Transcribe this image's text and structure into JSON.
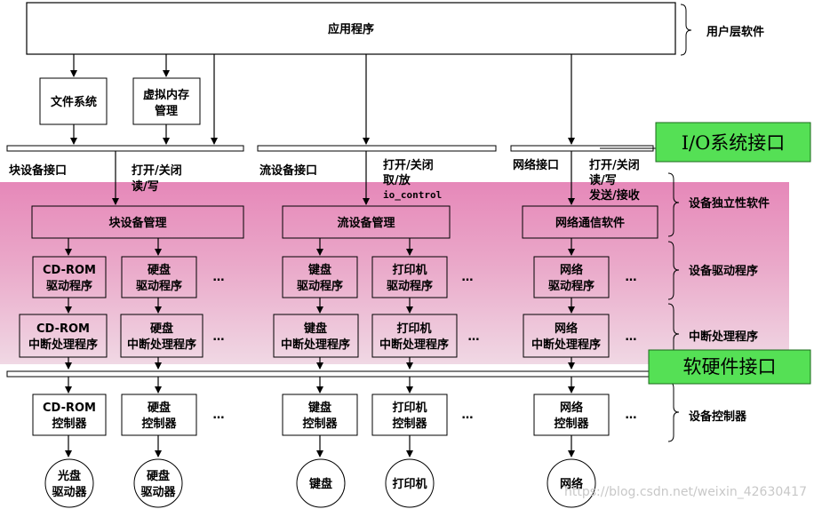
{
  "top": {
    "app": "应用程序",
    "user_layer": "用户层软件"
  },
  "upper": {
    "fs": [
      "文件系统"
    ],
    "vm": [
      "虚拟内存",
      "管理"
    ]
  },
  "interfaces": {
    "block": "块设备接口",
    "stream": "流设备接口",
    "network": "网络接口",
    "io_callout": "I/O系统接口",
    "hw_callout": "软硬件接口"
  },
  "ops": {
    "block": [
      "打开/关闭",
      "读/写"
    ],
    "stream": [
      "打开/关闭",
      "取/放"
    ],
    "stream_ctl": "io_control",
    "network": [
      "打开/关闭",
      "读/写",
      "发送/接收"
    ]
  },
  "managers": {
    "block": "块设备管理",
    "stream": "流设备管理",
    "network": "网络通信软件"
  },
  "drivers": {
    "cdrom": [
      "CD-ROM",
      "驱动程序"
    ],
    "disk": [
      "硬盘",
      "驱动程序"
    ],
    "keyboard": [
      "键盘",
      "驱动程序"
    ],
    "printer": [
      "打印机",
      "驱动程序"
    ],
    "net": [
      "网络",
      "驱动程序"
    ]
  },
  "isr": {
    "cdrom": [
      "CD-ROM",
      "中断处理程序"
    ],
    "disk": [
      "硬盘",
      "中断处理程序"
    ],
    "keyboard": [
      "键盘",
      "中断处理程序"
    ],
    "printer": [
      "打印机",
      "中断处理程序"
    ],
    "net": [
      "网络",
      "中断处理程序"
    ]
  },
  "controllers": {
    "cdrom": [
      "CD-ROM",
      "控制器"
    ],
    "disk": [
      "硬盘",
      "控制器"
    ],
    "keyboard": [
      "键盘",
      "控制器"
    ],
    "printer": [
      "打印机",
      "控制器"
    ],
    "net": [
      "网络",
      "控制器"
    ]
  },
  "devices": {
    "cdrom": [
      "光盘",
      "驱动器"
    ],
    "disk": [
      "硬盘",
      "驱动器"
    ],
    "keyboard": [
      "键盘"
    ],
    "printer": [
      "打印机"
    ],
    "net": [
      "网络"
    ]
  },
  "ellipsis": "…",
  "layers": {
    "independent": "设备独立性软件",
    "driver": "设备驱动程序",
    "interrupt": "中断处理程序",
    "controller": "设备控制器"
  },
  "watermark": "https://blog.csdn.net/weixin_42630417",
  "colors": {
    "pink_band": "#e68ab8",
    "green": "#55e055"
  }
}
